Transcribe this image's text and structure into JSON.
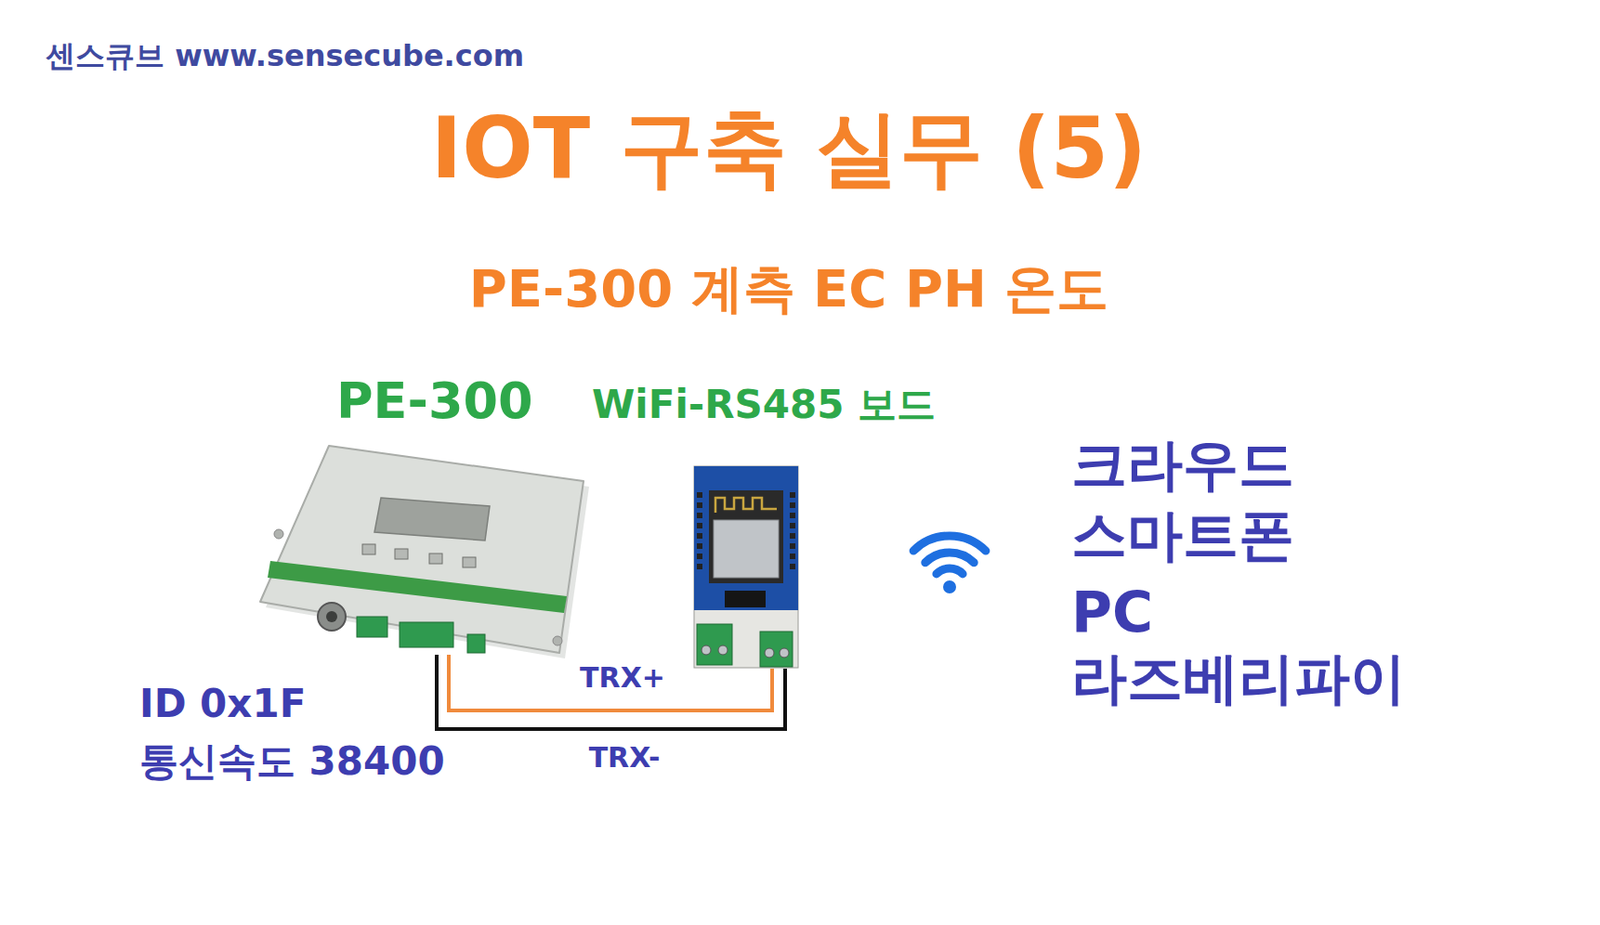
{
  "diagram": {
    "title": "IOT 구축 실무 (5)",
    "nodes": [
      {
        "text": [
          "PE-300"
        ]
      },
      {
        "text": [
          "WiFi-RS485 보드"
        ]
      }
    ],
    "edges": [
      {
        "from": 0,
        "to": 1,
        "arrow": "none",
        "label": "TRX+"
      },
      {
        "from": 0,
        "to": 1,
        "arrow": "none",
        "label": "TRX-"
      }
    ],
    "labels": [
      "센스큐브 www.sensecube.com",
      "PE-300 계측 EC PH 온도",
      "ID 0x1F",
      "통신속도 38400",
      "크라우드",
      "스마트폰",
      "PC",
      "라즈베리파이"
    ]
  }
}
